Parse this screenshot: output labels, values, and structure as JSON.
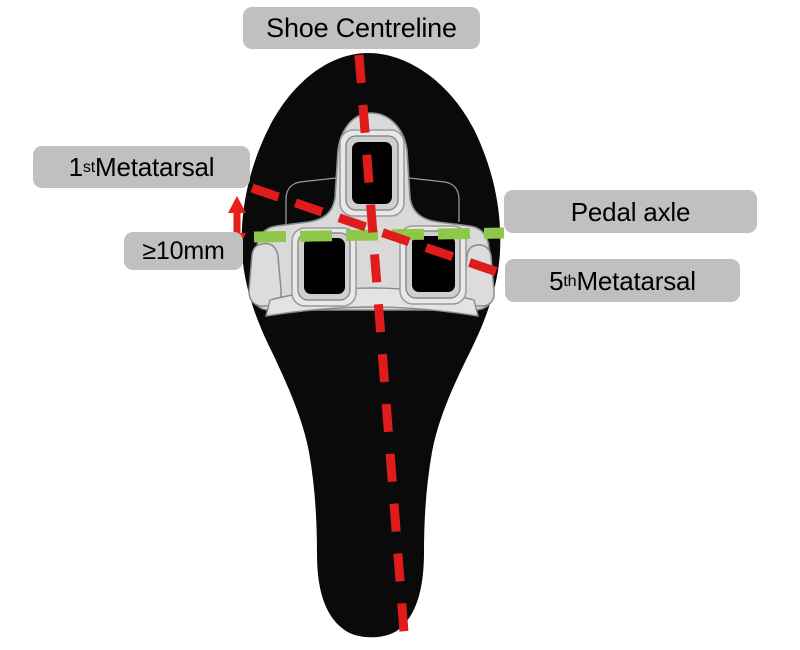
{
  "figure": {
    "type": "annotated-diagram",
    "subject": "cycling-shoe-cleat-position",
    "background_color": "#ffffff"
  },
  "callouts": [
    {
      "id": "shoe-centreline",
      "text": "Shoe Centreline",
      "box_color": "#c0c0c0",
      "text_color": "#000000"
    },
    {
      "id": "first-metatarsal",
      "prefix": "1",
      "superscript": "st",
      "suffix": " Metatarsal",
      "box_color": "#c0c0c0",
      "text_color": "#000000"
    },
    {
      "id": "min-distance",
      "text": "≥10mm",
      "box_color": "#c0c0c0",
      "text_color": "#000000"
    },
    {
      "id": "pedal-axle",
      "text": "Pedal axle",
      "box_color": "#c0c0c0",
      "text_color": "#000000"
    },
    {
      "id": "fifth-metatarsal",
      "prefix": "5",
      "superscript": "th",
      "suffix": " Metatarsal",
      "box_color": "#c0c0c0",
      "text_color": "#000000"
    }
  ],
  "graphics": {
    "shoe_sole_color": "#0a0a0a",
    "cleat_body_color": "#d9d9d9",
    "cleat_outline_color": "#8a8a8a",
    "cleat_slot_color": "#000000",
    "centreline_color": "#e01b1b",
    "metatarsal_line_color": "#e01b1b",
    "pedal_axle_color": "#8fc74a",
    "distance_arrow_color": "#e8201a"
  }
}
